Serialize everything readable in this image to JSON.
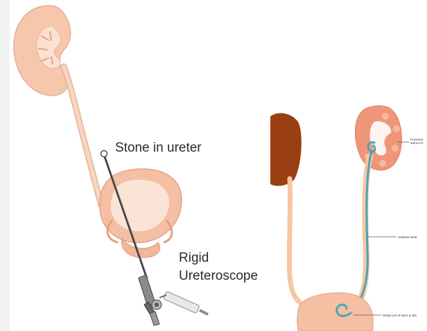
{
  "left_panel": {
    "stone_label": "Stone in ureter",
    "scope_label_line1": "Rigid",
    "scope_label_line2": "Ureteroscope"
  },
  "right_panel": {
    "proximal_label_line1": "Proximal",
    "proximal_label_line2": "stent in k",
    "ureteral_stent_label": "Ureteral stent",
    "distal_label": "Distal curl of stent in bla"
  },
  "colors": {
    "kidney_left": "#f5c2a6",
    "kidney_right": "#ef967a",
    "liver": "#9a3f12",
    "ureter": "#f7c6a3",
    "stent": "#4aa5b3",
    "scope": "#3a3a3a"
  }
}
